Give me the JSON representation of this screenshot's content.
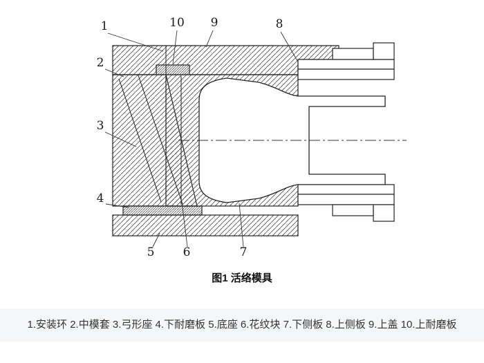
{
  "figure": {
    "caption": "图1 活络模具",
    "callouts": [
      {
        "n": "1"
      },
      {
        "n": "2"
      },
      {
        "n": "3"
      },
      {
        "n": "4"
      },
      {
        "n": "5"
      },
      {
        "n": "6"
      },
      {
        "n": "7"
      },
      {
        "n": "8"
      },
      {
        "n": "9"
      },
      {
        "n": "10"
      }
    ]
  },
  "legend": {
    "items": [
      {
        "num": "1",
        "name": "安装环"
      },
      {
        "num": "2",
        "name": "中模套"
      },
      {
        "num": "3",
        "name": "弓形座"
      },
      {
        "num": "4",
        "name": "下耐磨板"
      },
      {
        "num": "5",
        "name": "底座"
      },
      {
        "num": "6",
        "name": "花纹块"
      },
      {
        "num": "7",
        "name": "下侧板"
      },
      {
        "num": "8",
        "name": "上侧板"
      },
      {
        "num": "9",
        "name": "上盖"
      },
      {
        "num": "10",
        "name": "上耐磨板"
      }
    ]
  },
  "colors": {
    "line": "#222222",
    "hatch": "#4a4a4a",
    "legend_background": "#f5f6f7",
    "legend_text": "#333333"
  }
}
